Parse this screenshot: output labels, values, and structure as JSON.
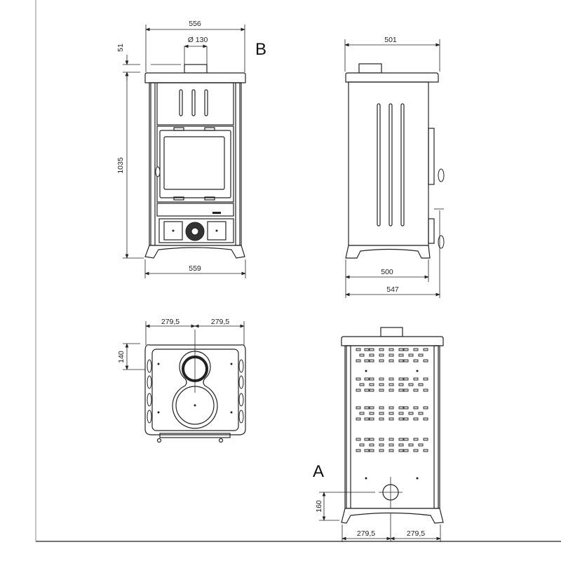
{
  "drawing": {
    "view_labels": {
      "front": "B",
      "rear": "A"
    },
    "front_view": {
      "top_width": "556",
      "flue_diameter": "Ø 130",
      "flue_height": "51",
      "height": "1035",
      "base_width": "559"
    },
    "side_view": {
      "top_depth": "501",
      "base_depth": "500",
      "total_depth": "547"
    },
    "top_view": {
      "left_half": "279,5",
      "right_half": "279,5",
      "flue_offset": "140"
    },
    "rear_view": {
      "outlet_height": "160",
      "left_half": "279,5",
      "right_half": "279,5"
    }
  }
}
